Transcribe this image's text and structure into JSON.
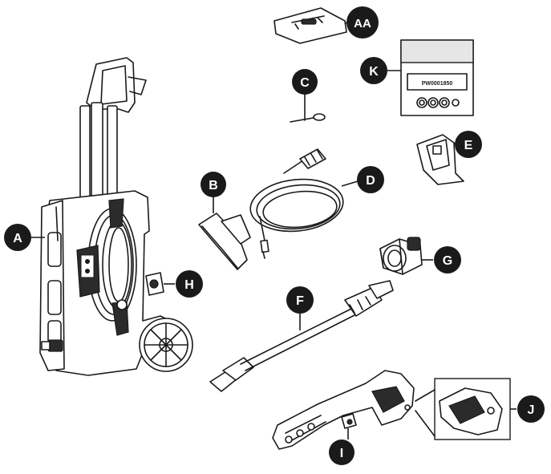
{
  "figure": {
    "label_fill": "#1a1a1a",
    "label_text_color": "#ffffff",
    "parts": [
      {
        "id": "A",
        "name": "pressure-washer-body",
        "label": "A"
      },
      {
        "id": "AA",
        "name": "accessory-bag",
        "label": "AA"
      },
      {
        "id": "B",
        "name": "detergent-tank",
        "label": "B"
      },
      {
        "id": "C",
        "name": "nozzle-cleaning-tool",
        "label": "C"
      },
      {
        "id": "D",
        "name": "high-pressure-hose",
        "label": "D"
      },
      {
        "id": "E",
        "name": "wall-bracket",
        "label": "E"
      },
      {
        "id": "F",
        "name": "spray-wand",
        "label": "F"
      },
      {
        "id": "G",
        "name": "garden-hose-adapter",
        "label": "G"
      },
      {
        "id": "H",
        "name": "water-inlet",
        "label": "H"
      },
      {
        "id": "I",
        "name": "spray-gun-trigger",
        "label": "I"
      },
      {
        "id": "J",
        "name": "trigger-lock",
        "label": "J"
      },
      {
        "id": "K",
        "name": "o-ring-card",
        "label": "K"
      }
    ],
    "card_code": "PW0001850"
  }
}
